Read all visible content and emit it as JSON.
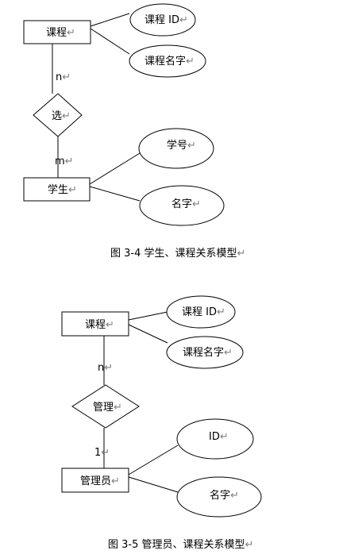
{
  "mark": "↵",
  "diagram1": {
    "course": "课程",
    "course_id": "课程 ID",
    "course_name": "课程名字",
    "relation": "选",
    "n": "n",
    "m": "m",
    "student": "学生",
    "student_id": "学号",
    "student_name": "名字",
    "caption": "图 3-4 学生、课程关系模型"
  },
  "diagram2": {
    "course": "课程",
    "course_id": "课程 ID",
    "course_name": "课程名字",
    "relation": "管理",
    "n": "n",
    "one": "1",
    "admin": "管理员",
    "admin_id": "ID",
    "admin_name": "名字",
    "caption": "图 3-5 管理员、课程关系模型"
  }
}
